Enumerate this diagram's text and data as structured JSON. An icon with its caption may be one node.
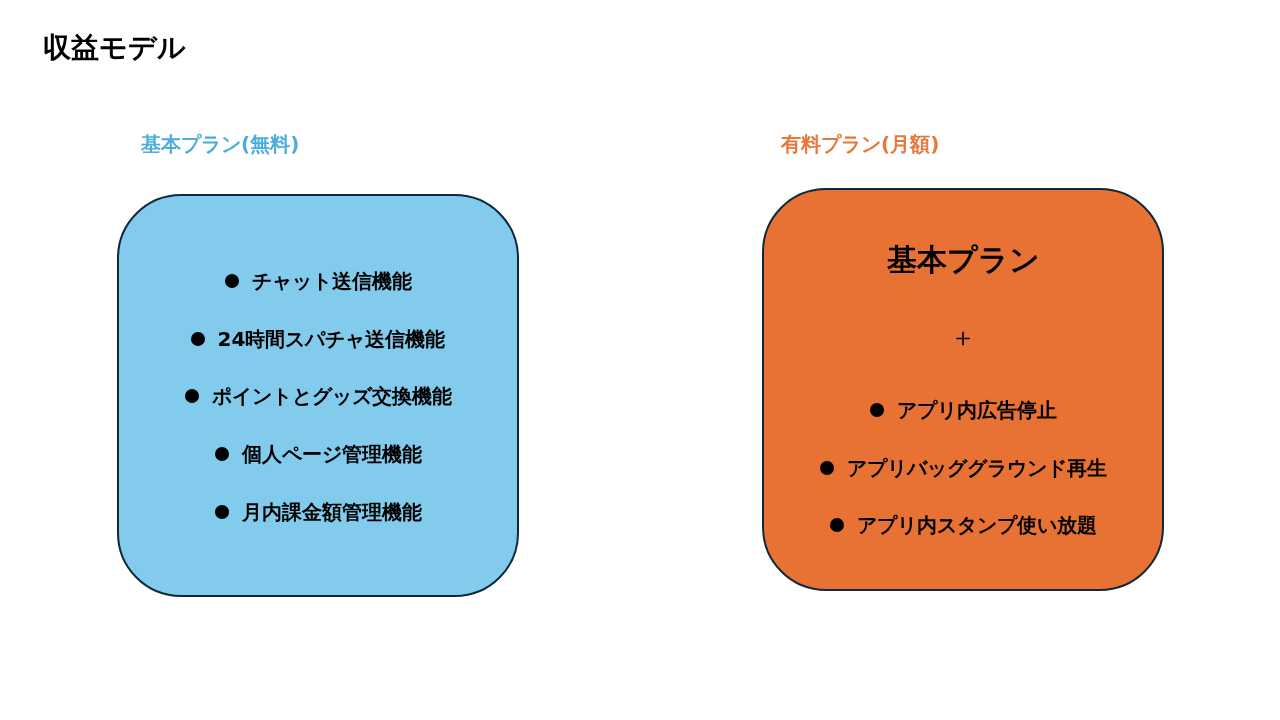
{
  "diagram": {
    "title": "収益モデル",
    "nodes": [
      {
        "text": [
          "基本プラン(無料)",
          "チャット送信機能",
          "24時間スパチャ送信機能",
          "ポイントとグッズ交換機能",
          "個人ページ管理機能",
          "月内課金額管理機能"
        ]
      },
      {
        "text": [
          "有料プラン(月額)",
          "基本プラン",
          "＋",
          "アプリ内広告停止",
          "アプリバッググラウンド再生",
          "アプリ内スタンプ使い放題"
        ]
      }
    ]
  }
}
